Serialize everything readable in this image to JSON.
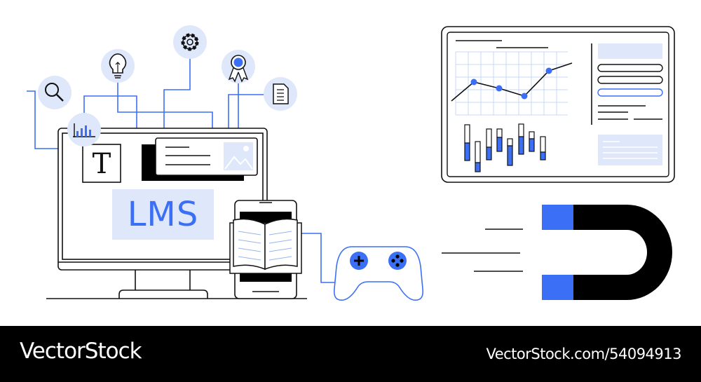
{
  "illustration": {
    "lms_label": "LMS",
    "text_icon_letter": "T",
    "icons": [
      "search-icon",
      "bar-chart-icon",
      "lightbulb-icon",
      "gear-icon",
      "award-ribbon-icon",
      "document-icon",
      "image-icon",
      "open-book-icon",
      "gamepad-icon",
      "magnet-icon",
      "line-chart-icon"
    ],
    "colors": {
      "accent": "#3b6ff5",
      "accent_light": "#dfe7fb",
      "ink": "#111111",
      "grid": "#c9d8f7"
    }
  },
  "footer": {
    "brand": "VectorStock",
    "url": "VectorStock.com/54094913",
    "background": "#000000"
  }
}
